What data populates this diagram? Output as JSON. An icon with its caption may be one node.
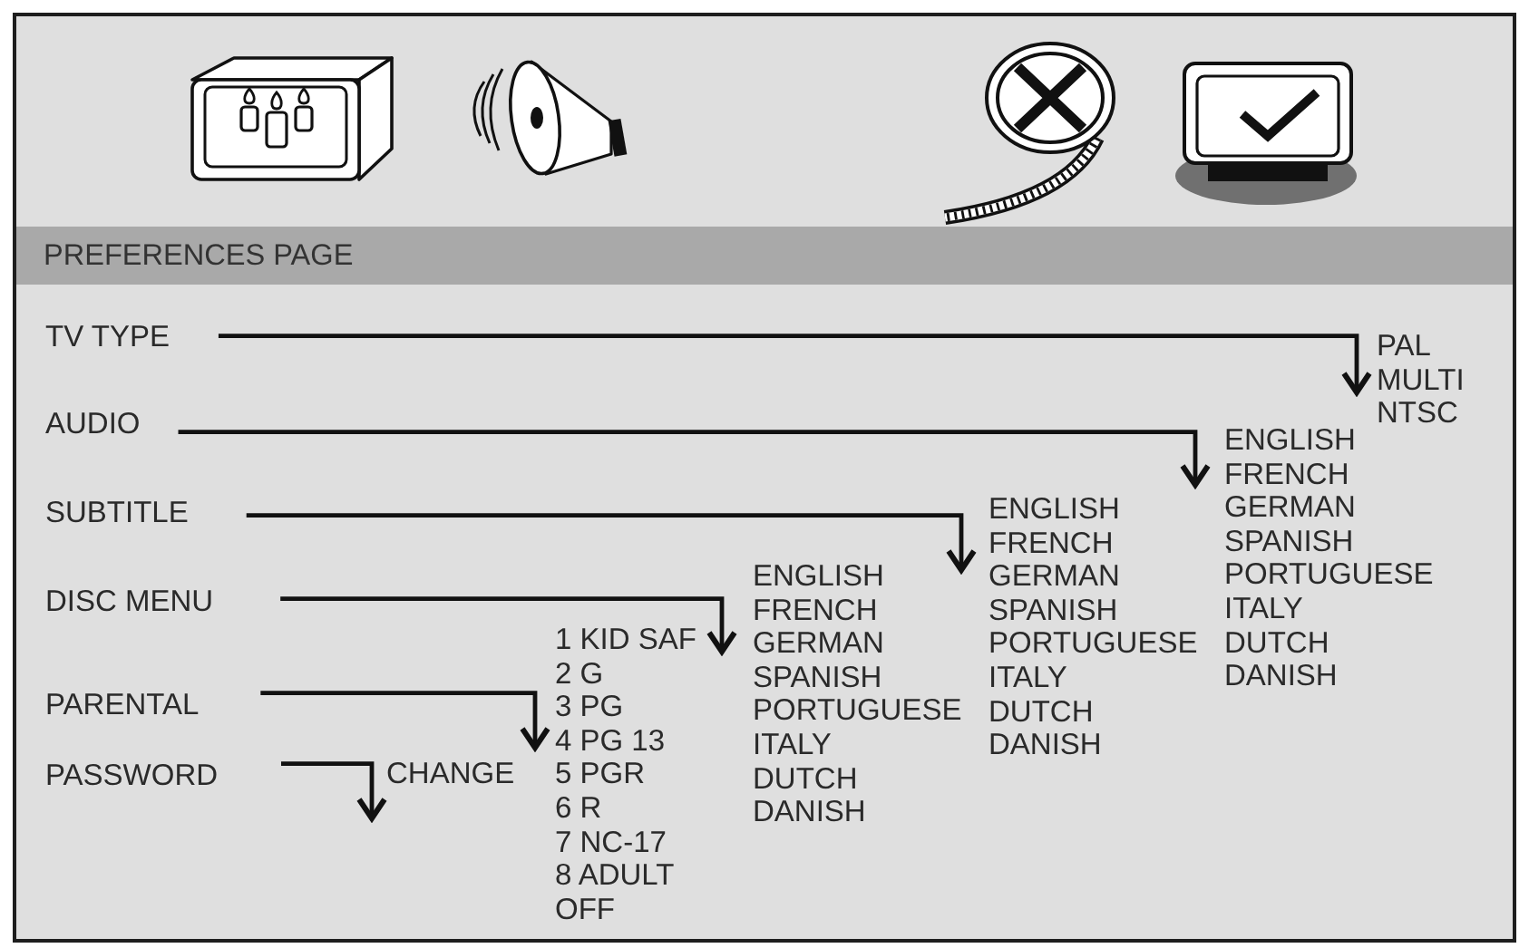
{
  "diagram": {
    "nodes": [
      {
        "text": [
          "PREFERENCES PAGE"
        ]
      },
      {
        "text": [
          "TV TYPE"
        ]
      },
      {
        "text": [
          "PAL",
          "MULTI",
          "NTSC"
        ]
      },
      {
        "text": [
          "AUDIO"
        ]
      },
      {
        "text": [
          "ENGLISH",
          "FRENCH",
          "GERMAN",
          "SPANISH",
          "PORTUGUESE",
          "ITALY",
          "DUTCH",
          "DANISH"
        ]
      },
      {
        "text": [
          "SUBTITLE"
        ]
      },
      {
        "text": [
          "ENGLISH",
          "FRENCH",
          "GERMAN",
          "SPANISH",
          "PORTUGUESE",
          "ITALY",
          "DUTCH",
          "DANISH"
        ]
      },
      {
        "text": [
          "DISC MENU"
        ]
      },
      {
        "text": [
          "ENGLISH",
          "FRENCH",
          "GERMAN",
          "SPANISH",
          "PORTUGUESE",
          "ITALY",
          "DUTCH",
          "DANISH"
        ]
      },
      {
        "text": [
          "PARENTAL"
        ]
      },
      {
        "text": [
          "1 KID SAF",
          "2 G",
          "3 PG",
          "4 PG 13",
          "5 PGR",
          "6 R",
          "7 NC-17",
          "8 ADULT",
          "OFF"
        ]
      },
      {
        "text": [
          "PASSWORD"
        ]
      },
      {
        "text": [
          "CHANGE"
        ]
      }
    ],
    "edges": [
      {
        "from": 1,
        "to": 2,
        "arrow": "to"
      },
      {
        "from": 3,
        "to": 4,
        "arrow": "to"
      },
      {
        "from": 5,
        "to": 6,
        "arrow": "to"
      },
      {
        "from": 7,
        "to": 8,
        "arrow": "to"
      },
      {
        "from": 9,
        "to": 10,
        "arrow": "to"
      },
      {
        "from": 11,
        "to": 12,
        "arrow": "to"
      }
    ]
  }
}
